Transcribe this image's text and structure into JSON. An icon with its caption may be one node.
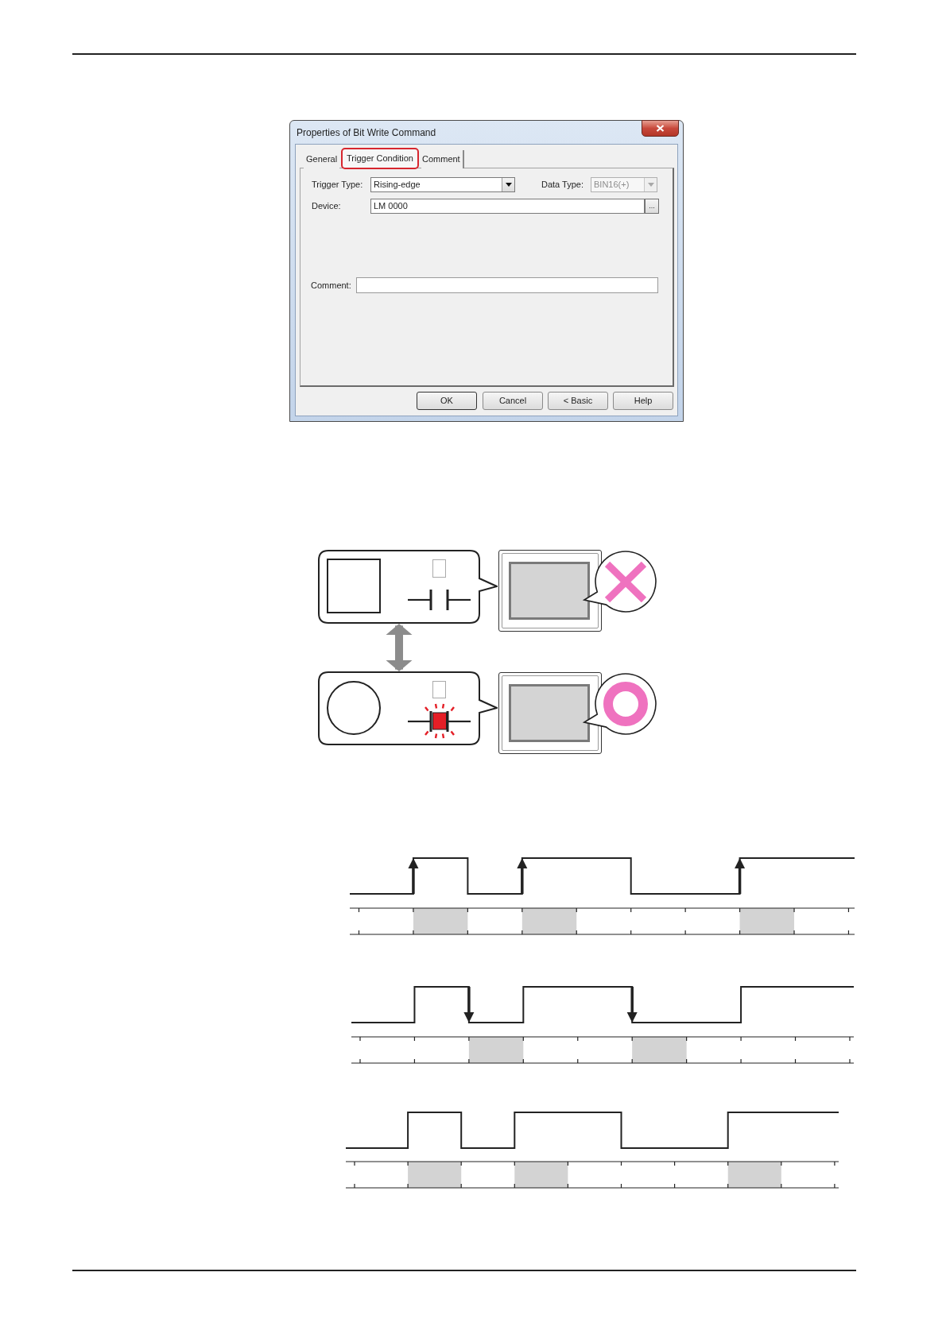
{
  "diagram": {
    "nodes": [
      {
        "text": [],
        "shape": "box"
      },
      {
        "text": [],
        "shape": "box"
      }
    ],
    "edges": [
      {
        "from": 0,
        "to": 1,
        "arrow": "both"
      }
    ],
    "labels": [
      "Properties of Bit Write Command",
      "General",
      "Trigger Condition",
      "Comment",
      "Trigger Type:",
      "Rising-edge",
      "Data Type:",
      "BIN16(+)",
      "Device:",
      "LM 0000",
      "...",
      "Comment:",
      "OK",
      "Cancel",
      "< Basic",
      "Help"
    ]
  }
}
